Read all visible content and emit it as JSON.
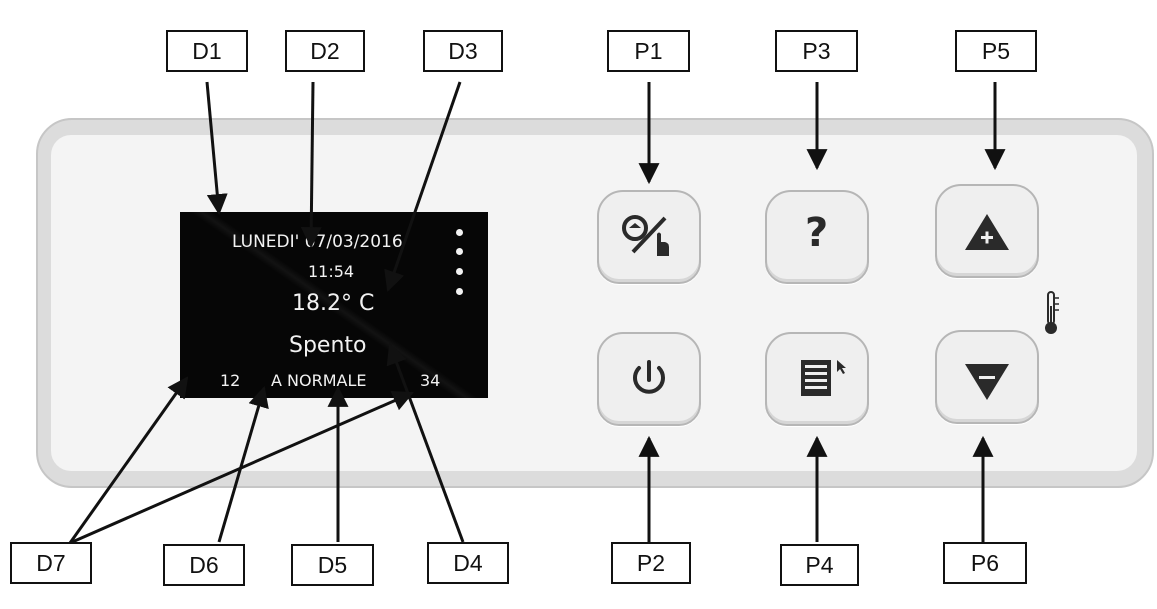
{
  "display": {
    "date": "LUNEDI' 07/03/2016",
    "time": "11:54",
    "temperature": "18.2° C",
    "state": "Spento",
    "left_number": "12",
    "mode": "A NORMALE",
    "right_number": "34"
  },
  "callouts": {
    "d1": "D1",
    "d2": "D2",
    "d3": "D3",
    "d4": "D4",
    "d5": "D5",
    "d6": "D6",
    "d7": "D7",
    "p1": "P1",
    "p2": "P2",
    "p3": "P3",
    "p4": "P4",
    "p5": "P5",
    "p6": "P6"
  },
  "buttons": {
    "help_symbol": "?"
  },
  "colors": {
    "screen_background": "#060606",
    "screen_text": "#f2f2f2",
    "panel_frame": "#dcdcdc",
    "panel_face": "#f4f4f4",
    "icon_fill": "#2a2a2a"
  }
}
